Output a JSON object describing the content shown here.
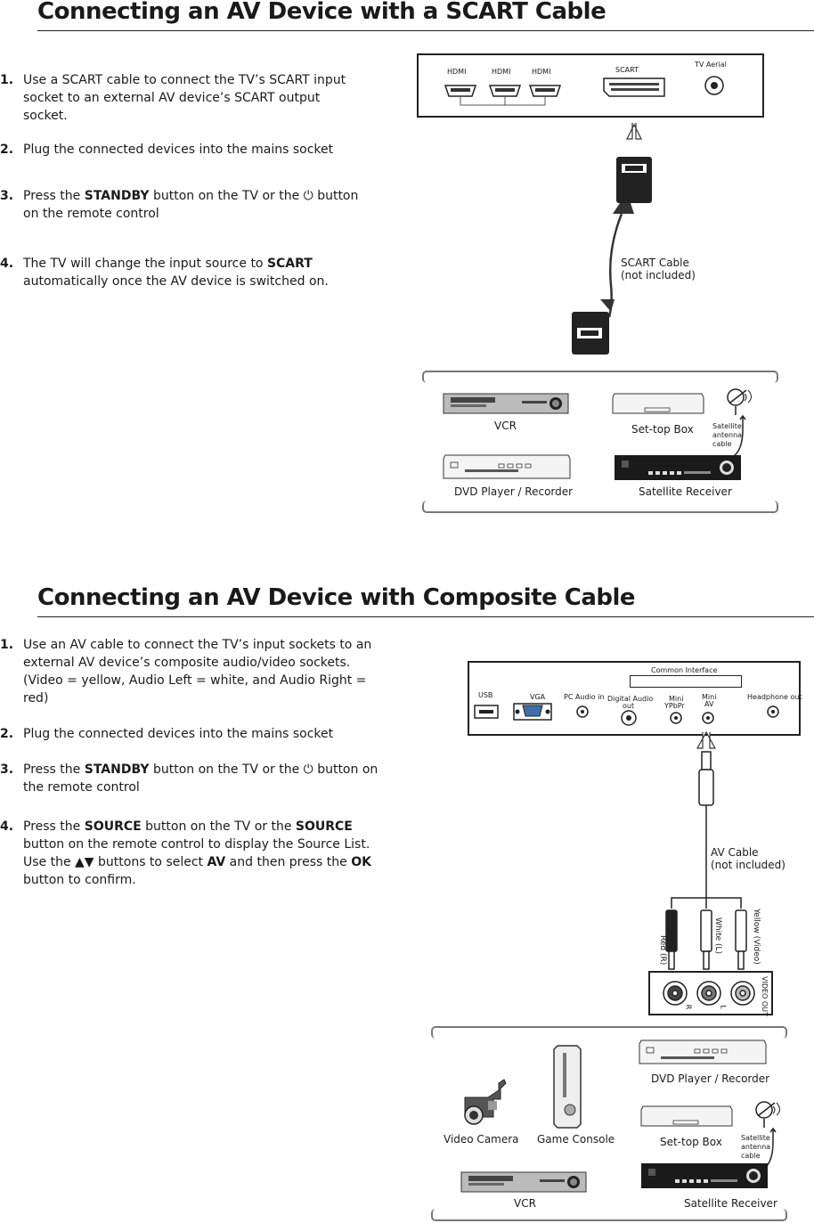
{
  "section1": {
    "title": "Connecting an AV Device with a SCART Cable",
    "steps": [
      {
        "num": "1.",
        "parts": [
          {
            "t": "Use a SCART cable to connect the TV’s SCART input socket to an external AV device’s SCART output socket."
          }
        ]
      },
      {
        "num": "2.",
        "parts": [
          {
            "t": "Plug the connected devices into the mains socket"
          }
        ]
      },
      {
        "num": "3.",
        "parts": [
          {
            "t": "Press the "
          },
          {
            "t": "STANDBY",
            "b": true
          },
          {
            "t": " button on the TV or the ⏻ button on the remote control"
          }
        ]
      },
      {
        "num": "4.",
        "parts": [
          {
            "t": "The TV will change the input source to "
          },
          {
            "t": "SCART",
            "b": true
          },
          {
            "t": " automatically once the AV device is switched on."
          }
        ]
      }
    ],
    "tv_panel": {
      "hdmi1": "HDMI",
      "hdmi2": "HDMI",
      "hdmi3": "HDMI",
      "scart": "SCART",
      "aerial": "TV Aerial"
    },
    "cable_label_1": "SCART Cable",
    "cable_label_2": "(not included)",
    "devices": {
      "vcr": "VCR",
      "stb": "Set-top Box",
      "sat_cable_1": "Satellite",
      "sat_cable_2": "antenna",
      "sat_cable_3": "cable",
      "dvd": "DVD Player / Recorder",
      "sat_rx": "Satellite Receiver"
    }
  },
  "section2": {
    "title": "Connecting an AV Device with Composite Cable",
    "steps": [
      {
        "num": "1.",
        "parts": [
          {
            "t": "Use an AV cable to connect the TV’s input sockets to an external AV device’s composite audio/video sockets. (Video = yellow, Audio Left = white, and Audio Right = red)"
          }
        ]
      },
      {
        "num": "2.",
        "parts": [
          {
            "t": "Plug the connected devices into the mains socket"
          }
        ]
      },
      {
        "num": "3.",
        "parts": [
          {
            "t": "Press the "
          },
          {
            "t": "STANDBY",
            "b": true
          },
          {
            "t": " button on the TV or the ⏻ button on the remote control"
          }
        ]
      },
      {
        "num": "4.",
        "parts": [
          {
            "t": "Press the "
          },
          {
            "t": "SOURCE",
            "b": true
          },
          {
            "t": " button on the TV or the "
          },
          {
            "t": "SOURCE",
            "b": true
          },
          {
            "t": " button on the remote control to display the Source List. Use the ▲▼ buttons to select "
          },
          {
            "t": "AV",
            "b": true
          },
          {
            "t": " and then press the "
          },
          {
            "t": "OK",
            "b": true
          },
          {
            "t": " button to confirm."
          }
        ]
      }
    ],
    "tv_panel": {
      "common": "Common Interface",
      "usb": "USB",
      "vga": "VGA",
      "pc_audio": "PC Audio in",
      "digital_audio_1": "Digital  Audio",
      "digital_audio_2": "out",
      "mini_ypbpr_1": "Mini",
      "mini_ypbpr_2": "YPbPr",
      "mini_av_1": "Mini",
      "mini_av_2": "AV",
      "headphone": "Headphone out"
    },
    "cable_label_1": "AV Cable",
    "cable_label_2": "(not included)",
    "plugs": {
      "red": "Red (R)",
      "white": "White (L)",
      "yellow": "Yellow (Video)"
    },
    "video_out": {
      "r": "R",
      "l": "L",
      "label": "VIDEO OUT"
    },
    "devices": {
      "dvd": "DVD Player / Recorder",
      "camera": "Video Camera",
      "console": "Game Console",
      "stb": "Set-top Box",
      "sat_cable_1": "Satellite",
      "sat_cable_2": "antenna",
      "sat_cable_3": "cable",
      "vcr": "VCR",
      "sat_rx": "Satellite Receiver"
    }
  }
}
